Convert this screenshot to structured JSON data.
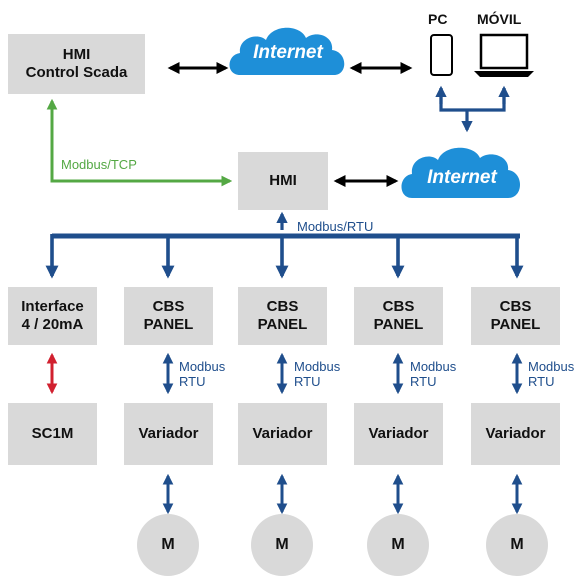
{
  "colors": {
    "box": "#d9d9d9",
    "bus": "#1f4e8c",
    "tcp": "#54a844",
    "analog": "#d1202f",
    "cloud": "#1e8fd8",
    "ink": "#000000"
  },
  "scada": {
    "line1": "HMI",
    "line2": "Control Scada"
  },
  "internet_top": "Internet",
  "internet_right": "Internet",
  "devices": {
    "pc": "PC",
    "movil": "MÓVIL",
    "phone_icon": "smartphone-icon",
    "laptop_icon": "laptop-icon"
  },
  "hmi": "HMI",
  "modbus_tcp": "Modbus/TCP",
  "modbus_rtu_bus": "Modbus/RTU",
  "interface": {
    "line1": "Interface",
    "line2": "4 / 20mA"
  },
  "sc1m": "SC1M",
  "panels": [
    {
      "line1": "CBS",
      "line2": "PANEL"
    },
    {
      "line1": "CBS",
      "line2": "PANEL"
    },
    {
      "line1": "CBS",
      "line2": "PANEL"
    },
    {
      "line1": "CBS",
      "line2": "PANEL"
    }
  ],
  "link_labels": [
    {
      "line1": "Modbus",
      "line2": "RTU"
    },
    {
      "line1": "Modbus",
      "line2": "RTU"
    },
    {
      "line1": "Modbus",
      "line2": "RTU"
    },
    {
      "line1": "Modbus",
      "line2": "RTU"
    }
  ],
  "variadores": [
    "Variador",
    "Variador",
    "Variador",
    "Variador"
  ],
  "motors": [
    "M",
    "M",
    "M",
    "M"
  ]
}
